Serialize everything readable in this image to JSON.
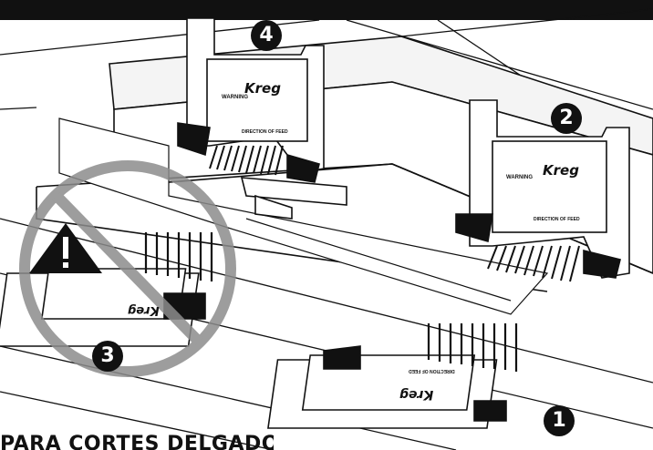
{
  "illustration": {
    "callouts": [
      "4",
      "2",
      "3",
      "1"
    ],
    "brand_label": "Kreg",
    "warning_label": "WARNING",
    "plate_caption": "DIRECTION OF FEED",
    "bottom_heading": "PARA CORTES DELGADOS"
  },
  "colors": {
    "ink": "#111111",
    "paper": "#ffffff",
    "prohibition": "#8c8c8c"
  },
  "icons": [
    "warning-triangle-icon",
    "prohibition-sign-icon"
  ]
}
